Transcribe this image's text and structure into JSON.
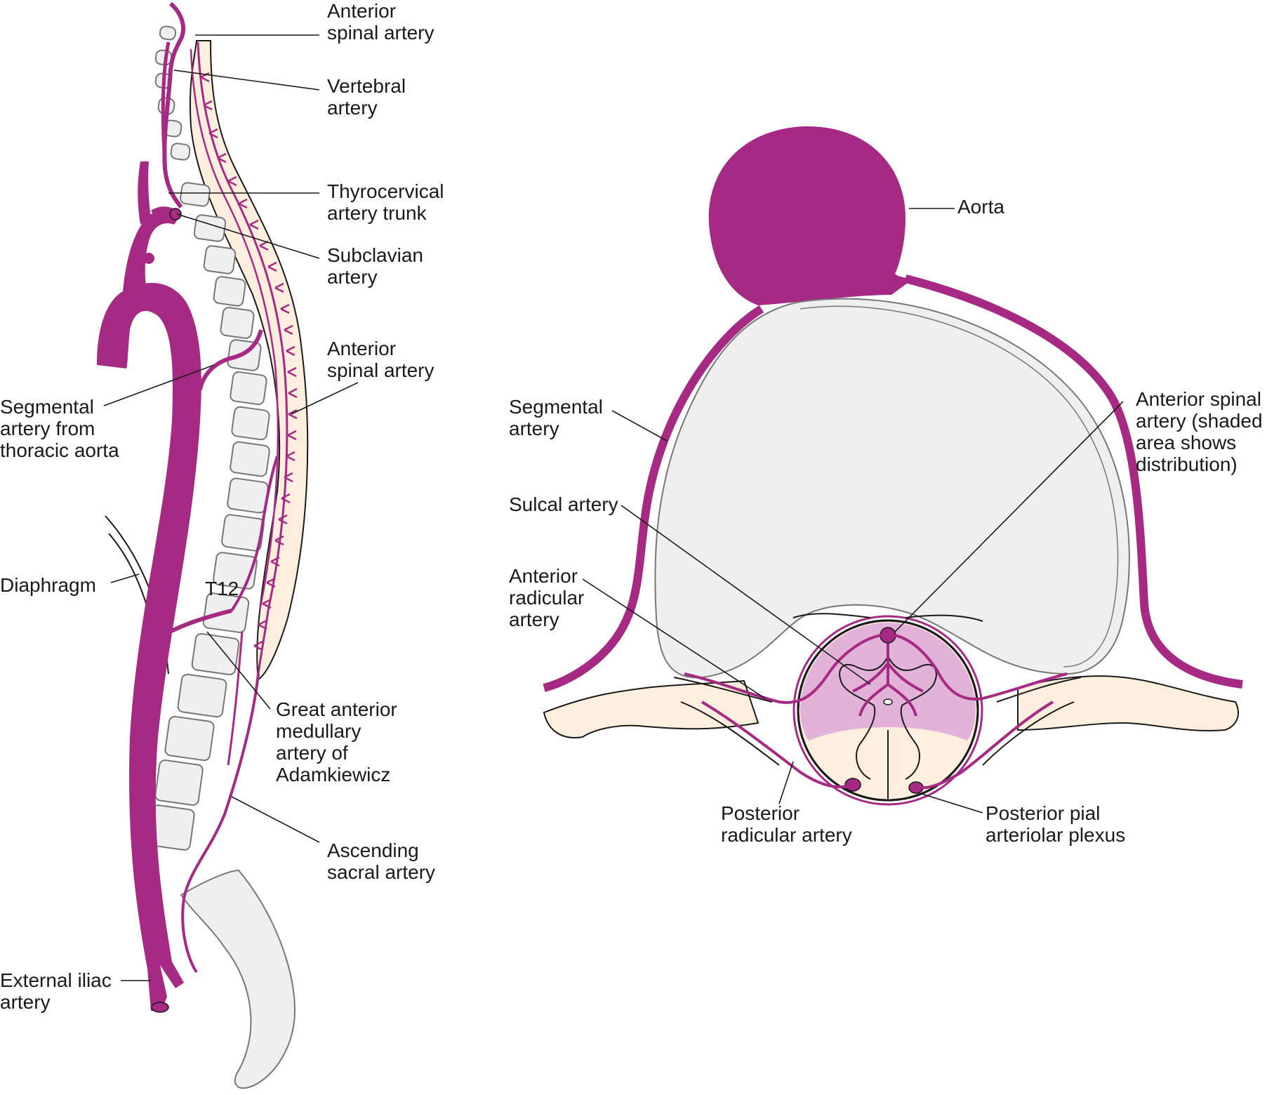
{
  "colors": {
    "artery": "#a62a84",
    "cord_fill": "#fdeede",
    "bone_fill": "#efefef",
    "shade": "#e3b2d8",
    "text": "#1a1a1a"
  },
  "left_labels": {
    "anterior_spinal_top": [
      "Anterior",
      "spinal artery"
    ],
    "vertebral": [
      "Vertebral",
      "artery"
    ],
    "thyrocervical": [
      "Thyrocervical",
      "artery trunk"
    ],
    "subclavian": [
      "Subclavian",
      "artery"
    ],
    "anterior_spinal_mid": [
      "Anterior",
      "spinal artery"
    ],
    "segmental_thoracic": [
      "Segmental",
      "artery from",
      "thoracic aorta"
    ],
    "diaphragm": [
      "Diaphragm"
    ],
    "t12": "T12",
    "great_anterior": [
      "Great anterior",
      "medullary",
      "artery of",
      "Adamkiewicz"
    ],
    "ascending_sacral": [
      "Ascending",
      "sacral artery"
    ],
    "external_iliac": [
      "External iliac",
      "artery"
    ]
  },
  "right_labels": {
    "aorta": [
      "Aorta"
    ],
    "segmental": [
      "Segmental",
      "artery"
    ],
    "anterior_spinal_dist": [
      "Anterior spinal",
      "artery (shaded",
      "area shows",
      "distribution)"
    ],
    "sulcal": [
      "Sulcal artery"
    ],
    "anterior_radicular": [
      "Anterior",
      "radicular",
      "artery"
    ],
    "posterior_radicular": [
      "Posterior",
      "radicular artery"
    ],
    "posterior_pial": [
      "Posterior pial",
      "arteriolar plexus"
    ]
  }
}
